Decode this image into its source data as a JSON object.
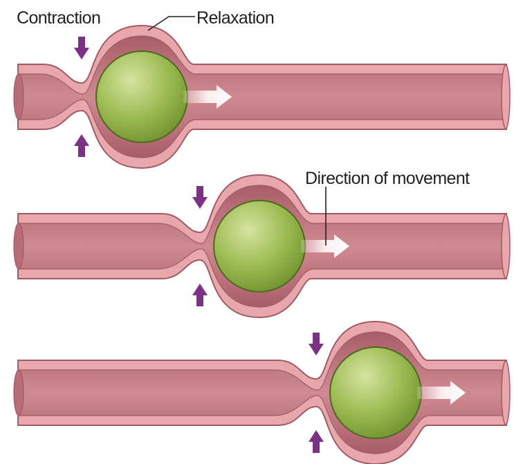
{
  "labels": {
    "contraction": "Contraction",
    "relaxation": "Relaxation",
    "direction": "Direction of movement"
  },
  "colors": {
    "tube_wall": "#e8a7ab",
    "tube_outline": "#a05a64",
    "lumen_mid": "#c98088",
    "lumen_dark": "#a95d67",
    "bolus_light": "#c9d98a",
    "bolus_dark": "#7b9e3a",
    "bolus_outline": "#4a6a1e",
    "squeeze_arrow": "#7b3285",
    "motion_arrow": "#ffffff",
    "text": "#231f20"
  },
  "icons": {
    "squeeze": "purple-down-up-arrow",
    "motion": "white-right-arrow",
    "bolus": "green-sphere"
  },
  "panels": [
    {
      "stage": 1,
      "shows": "contraction behind bolus, relaxation ahead"
    },
    {
      "stage": 2,
      "shows": "bolus advanced along tube"
    },
    {
      "stage": 3,
      "shows": "bolus advanced further"
    }
  ]
}
